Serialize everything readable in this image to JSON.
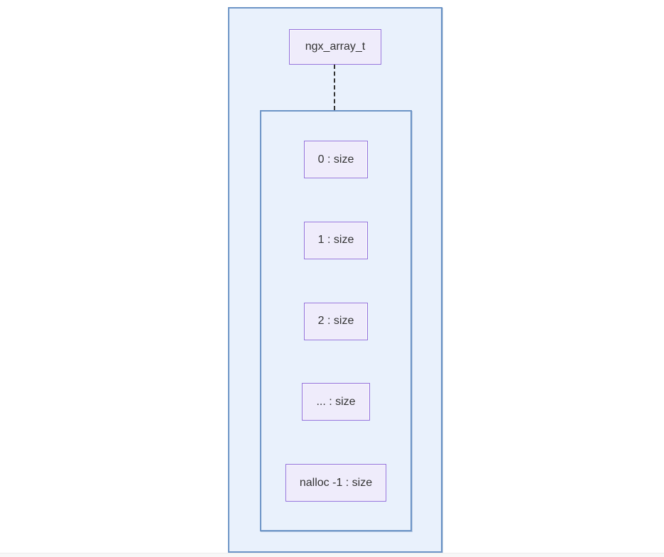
{
  "diagram": {
    "root_node": {
      "label": "ngx_array_t"
    },
    "cluster_nodes": [
      {
        "label": "0 : size"
      },
      {
        "label": "1 : size"
      },
      {
        "label": "2 : size"
      },
      {
        "label": "... : size"
      },
      {
        "label": "nalloc -1 : size"
      }
    ],
    "edge": {
      "style": "dotted",
      "from": "ngx_array_t",
      "to": "slots-cluster"
    },
    "colors": {
      "cluster_fill": "#e9f1fc",
      "cluster_border": "#6c94c6",
      "node_fill": "#efecfb",
      "node_border": "#9370DB",
      "edge_color": "#333333",
      "text_color": "#333333",
      "page_background": "#ffffff"
    }
  }
}
